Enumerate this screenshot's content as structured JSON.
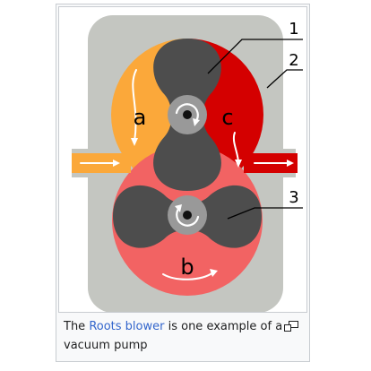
{
  "figure": {
    "callouts": {
      "rotor_upper": "1",
      "casing": "2",
      "rotor_lower": "3"
    },
    "chamber_labels": {
      "a": "a",
      "b": "b",
      "c": "c"
    },
    "colors": {
      "casing": "#c4c6c1",
      "rotor": "#4d4d4d",
      "hub": "#999999",
      "chamber_a": "#fba83a",
      "chamber_b": "#f26363",
      "chamber_c": "#d40000",
      "arrow": "#ffffff"
    },
    "icons": {
      "rotation": "rotation-arrow-icon",
      "flow": "flow-arrow-icon"
    }
  },
  "caption": {
    "prefix": "The ",
    "link": "Roots blower",
    "suffix": " is one example of a vacuum pump"
  },
  "magnify_icon": "magnify-icon"
}
